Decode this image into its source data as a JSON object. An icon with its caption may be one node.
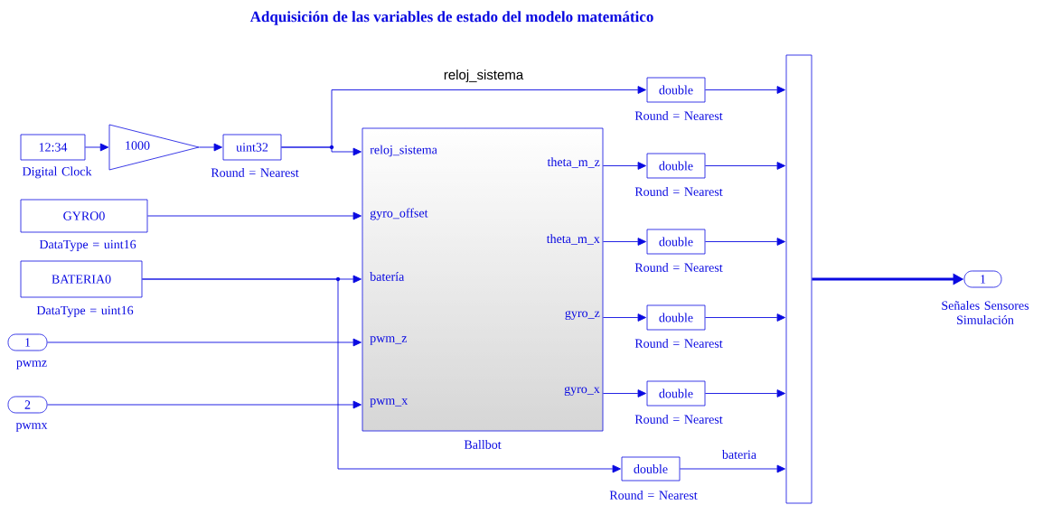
{
  "diagram": {
    "title": "Adquisición de las variables de estado del modelo matemático",
    "nodes": [
      {
        "text": [
          "12:34"
        ],
        "beside": [
          "Digital Clock"
        ]
      },
      {
        "text": [
          "1000"
        ]
      },
      {
        "text": [
          "uint32"
        ],
        "beside": [
          "Round = Nearest"
        ]
      },
      {
        "text": [
          "GYRO0"
        ],
        "beside": [
          "DataType = uint16"
        ]
      },
      {
        "text": [
          "BATERIA0"
        ],
        "beside": [
          "DataType = uint16"
        ]
      },
      {
        "text": [
          "1"
        ],
        "beside": [
          "pwmz"
        ]
      },
      {
        "text": [
          "2"
        ],
        "beside": [
          "pwmx"
        ]
      },
      {
        "text": [
          "reloj_sistema",
          "gyro_offset",
          "batería",
          "pwm_z",
          "pwm_x",
          "theta_m_z",
          "theta_m_x",
          "gyro_z",
          "gyro_x"
        ],
        "beside": [
          "Ballbot"
        ]
      },
      {
        "text": [
          "double"
        ],
        "beside": [
          "Round = Nearest"
        ]
      },
      {
        "text": [
          "double"
        ],
        "beside": [
          "Round = Nearest"
        ]
      },
      {
        "text": [
          "double"
        ],
        "beside": [
          "Round = Nearest"
        ]
      },
      {
        "text": [
          "double"
        ],
        "beside": [
          "Round = Nearest"
        ]
      },
      {
        "text": [
          "double"
        ],
        "beside": [
          "Round = Nearest"
        ]
      },
      {
        "text": [
          "double"
        ],
        "beside": [
          "Round = Nearest"
        ]
      },
      {
        "text": [],
        "shape": "bar"
      },
      {
        "text": [
          "1"
        ],
        "beside": [
          "Señales Sensores Simulación"
        ]
      }
    ],
    "edges": [
      {
        "from": 0,
        "to": 1,
        "arrow": "to"
      },
      {
        "from": 1,
        "to": 2,
        "arrow": "to"
      },
      {
        "from": 2,
        "to": 7,
        "arrow": "to"
      },
      {
        "from": 2,
        "to": 8,
        "arrow": "to",
        "label": "reloj_sistema"
      },
      {
        "from": 3,
        "to": 7,
        "arrow": "to"
      },
      {
        "from": 4,
        "to": 7,
        "arrow": "to"
      },
      {
        "from": 4,
        "to": 13,
        "arrow": "to"
      },
      {
        "from": 5,
        "to": 7,
        "arrow": "to"
      },
      {
        "from": 6,
        "to": 7,
        "arrow": "to"
      },
      {
        "from": 7,
        "to": 9,
        "arrow": "to"
      },
      {
        "from": 7,
        "to": 10,
        "arrow": "to"
      },
      {
        "from": 7,
        "to": 11,
        "arrow": "to"
      },
      {
        "from": 7,
        "to": 12,
        "arrow": "to"
      },
      {
        "from": 8,
        "to": 14,
        "arrow": "to"
      },
      {
        "from": 9,
        "to": 14,
        "arrow": "to"
      },
      {
        "from": 10,
        "to": 14,
        "arrow": "to"
      },
      {
        "from": 11,
        "to": 14,
        "arrow": "to"
      },
      {
        "from": 12,
        "to": 14,
        "arrow": "to"
      },
      {
        "from": 13,
        "to": 14,
        "arrow": "to",
        "label": "bateria"
      },
      {
        "from": 14,
        "to": 15,
        "arrow": "to",
        "style": "thick"
      }
    ]
  }
}
